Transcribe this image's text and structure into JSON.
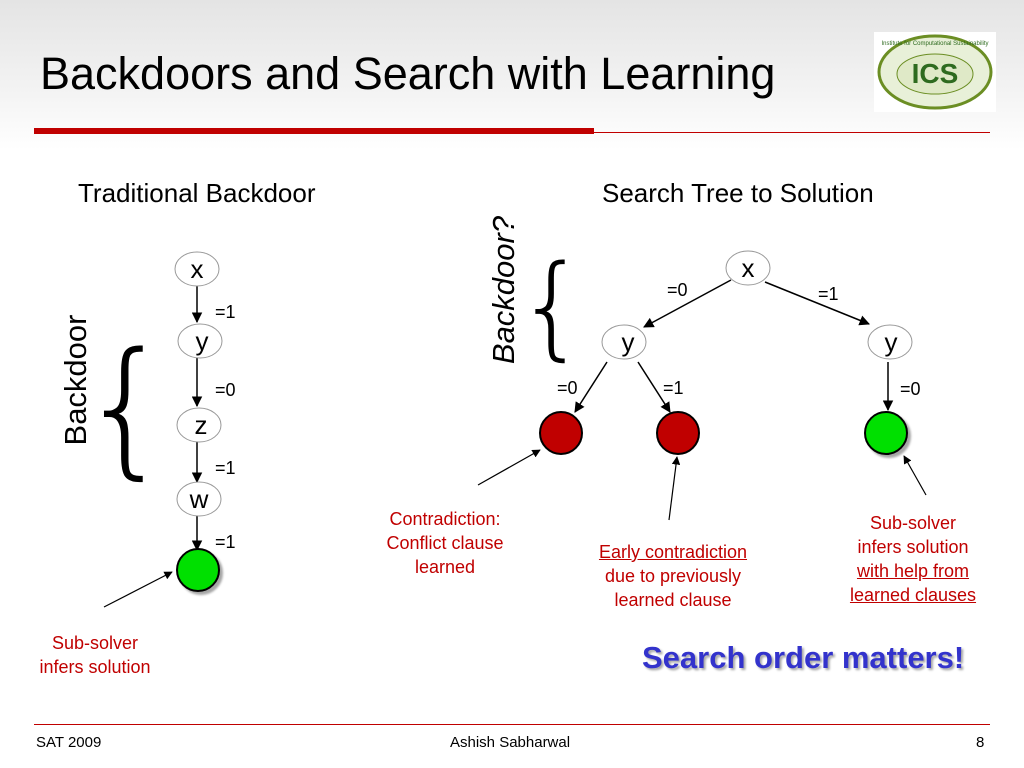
{
  "title": "Backdoors and Search with Learning",
  "logo": {
    "text": "ICS",
    "ring_text": "Institute for Computational Sustainability"
  },
  "left": {
    "heading": "Traditional Backdoor",
    "backdoor_label": "Backdoor",
    "nodes": [
      "x",
      "y",
      "z",
      "w"
    ],
    "edges": [
      "=1",
      "=0",
      "=1",
      "=1"
    ],
    "solution_note": [
      "Sub-solver",
      "infers solution"
    ]
  },
  "right": {
    "heading": "Search Tree to Solution",
    "backdoor_label": "Backdoor?",
    "nodes": {
      "root": "x",
      "left": "y",
      "right": "y"
    },
    "edges": {
      "root_left": "=0",
      "root_right": "=1",
      "left_left": "=0",
      "left_right": "=1",
      "right_down": "=0"
    },
    "note_contradiction": [
      "Contradiction:",
      "Conflict clause",
      "learned"
    ],
    "note_early": [
      "Early contradiction",
      "due to previously",
      "learned clause"
    ],
    "note_subsolver": [
      "Sub-solver",
      "infers solution",
      "with help from",
      "learned clauses"
    ]
  },
  "callout": "Search order matters!",
  "footer": {
    "left": "SAT 2009",
    "center": "Ashish Sabharwal",
    "page": "8"
  },
  "colors": {
    "accent_red": "#c00000",
    "node_red": "#c00000",
    "node_green": "#00e000",
    "callout_blue": "#3333cc"
  }
}
